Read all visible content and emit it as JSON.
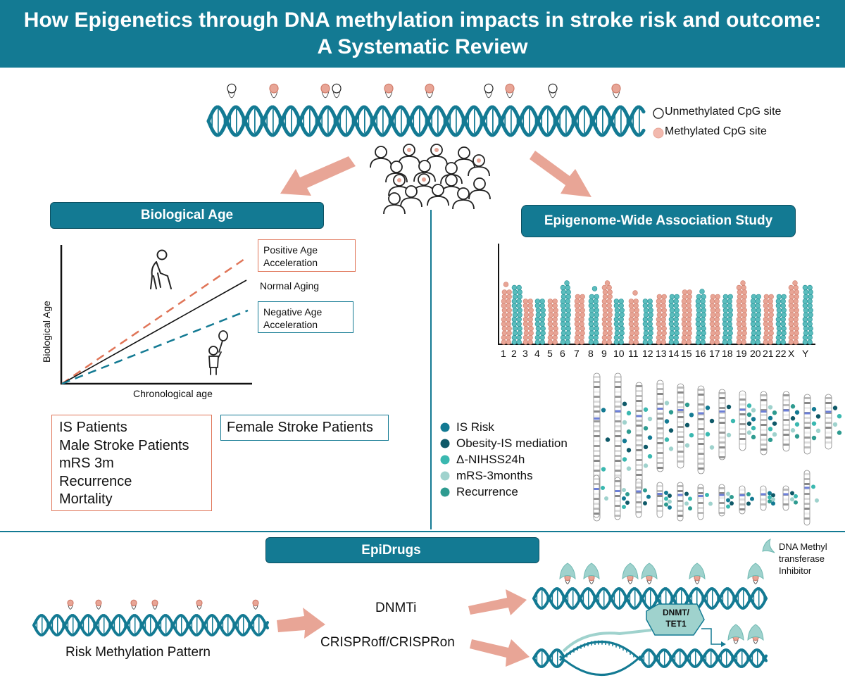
{
  "title": "How Epigenetics through DNA methylation impacts in stroke risk and outcome: A Systematic Review",
  "legend_top": {
    "unmethylated": "Unmethylated CpG site",
    "methylated": "Methylated CpG site"
  },
  "biological_age": {
    "heading": "Biological Age",
    "y_axis": "Biological Age",
    "x_axis": "Chronological age",
    "positive": [
      "Positive Age",
      "Acceleration"
    ],
    "normal": "Normal Aging",
    "negative": [
      "Negative Age",
      "Acceleration"
    ],
    "group_accelerated": [
      "IS Patients",
      "Male Stroke Patients",
      "mRS 3m",
      "Recurrence",
      "Mortality"
    ],
    "group_decelerated": "Female Stroke Patients"
  },
  "ewas": {
    "heading": "Epigenome-Wide Association Study",
    "chromosomes": [
      "1",
      "2",
      "3",
      "4",
      "5",
      "6",
      "7",
      "8",
      "9",
      "10",
      "11",
      "12",
      "13",
      "14",
      "15",
      "16",
      "17",
      "18",
      "19",
      "20",
      "21",
      "22",
      "X",
      "Y"
    ],
    "legend": [
      "IS Risk",
      "Obesity-IS mediation",
      "Δ-NIHSS24h",
      "mRS-3months",
      "Recurrence"
    ]
  },
  "epidrugs": {
    "heading": "EpiDrugs",
    "risk_pattern": "Risk Methylation Pattern",
    "dnmti": "DNMTi",
    "crispr": "CRISPRoff/CRISPRon",
    "dnmt_tet": [
      "DNMT/",
      "TET1"
    ],
    "inhibitor": [
      "DNA Methyl",
      "transferase",
      "Inhibitor"
    ]
  },
  "colors": {
    "teal": "#137a93",
    "salmon": "#e8a596",
    "orange_line": "#e07558",
    "pale_teal": "#9fd2cd"
  }
}
